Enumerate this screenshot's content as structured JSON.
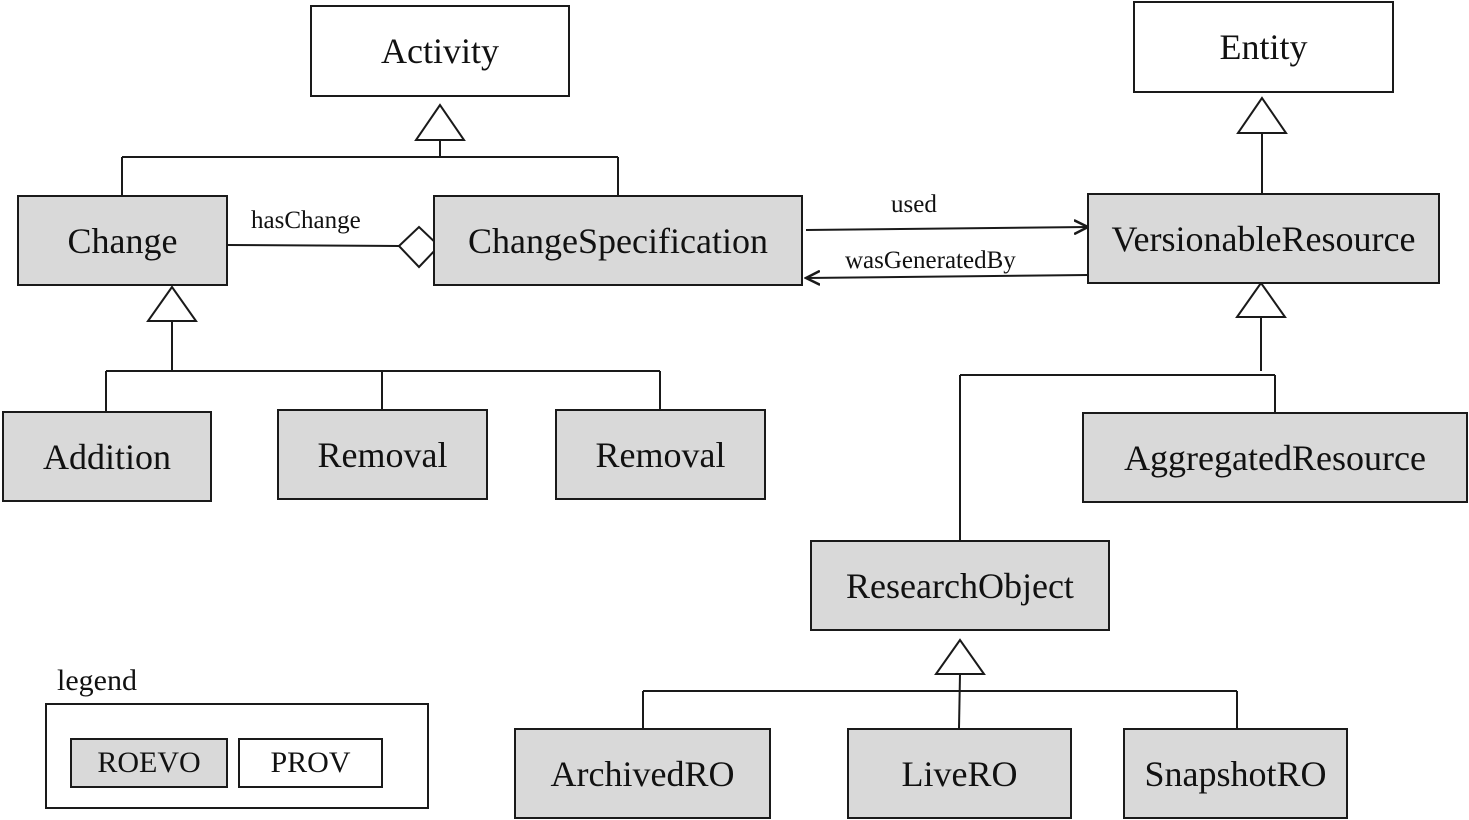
{
  "colors": {
    "roevo_fill": "#d9d9d9",
    "prov_fill": "#ffffff",
    "stroke": "#1a1a1a"
  },
  "nodes": {
    "activity": {
      "label": "Activity",
      "kind": "prov"
    },
    "entity": {
      "label": "Entity",
      "kind": "prov"
    },
    "change": {
      "label": "Change",
      "kind": "roevo"
    },
    "change_specification": {
      "label": "ChangeSpecification",
      "kind": "roevo"
    },
    "versionable_resource": {
      "label": "VersionableResource",
      "kind": "roevo"
    },
    "addition": {
      "label": "Addition",
      "kind": "roevo"
    },
    "removal_1": {
      "label": "Removal",
      "kind": "roevo"
    },
    "removal_2": {
      "label": "Removal",
      "kind": "roevo"
    },
    "aggregated_resource": {
      "label": "AggregatedResource",
      "kind": "roevo"
    },
    "research_object": {
      "label": "ResearchObject",
      "kind": "roevo"
    },
    "archived_ro": {
      "label": "ArchivedRO",
      "kind": "roevo"
    },
    "live_ro": {
      "label": "LiveRO",
      "kind": "roevo"
    },
    "snapshot_ro": {
      "label": "SnapshotRO",
      "kind": "roevo"
    }
  },
  "edges": {
    "has_change": {
      "label": "hasChange",
      "type": "aggregation",
      "from": "Change",
      "to": "ChangeSpecification"
    },
    "used": {
      "label": "used",
      "type": "association",
      "from": "ChangeSpecification",
      "to": "VersionableResource"
    },
    "was_generated_by": {
      "label": "wasGeneratedBy",
      "type": "association",
      "from": "VersionableResource",
      "to": "ChangeSpecification"
    }
  },
  "generalizations": [
    {
      "parent": "Activity",
      "children": [
        "Change",
        "ChangeSpecification"
      ]
    },
    {
      "parent": "Entity",
      "children": [
        "VersionableResource"
      ]
    },
    {
      "parent": "Change",
      "children": [
        "Addition",
        "Removal",
        "Removal"
      ]
    },
    {
      "parent": "VersionableResource",
      "children": [
        "ResearchObject",
        "AggregatedResource"
      ]
    },
    {
      "parent": "ResearchObject",
      "children": [
        "ArchivedRO",
        "LiveRO",
        "SnapshotRO"
      ]
    }
  ],
  "legend": {
    "title": "legend",
    "roevo": "ROEVO",
    "prov": "PROV"
  }
}
